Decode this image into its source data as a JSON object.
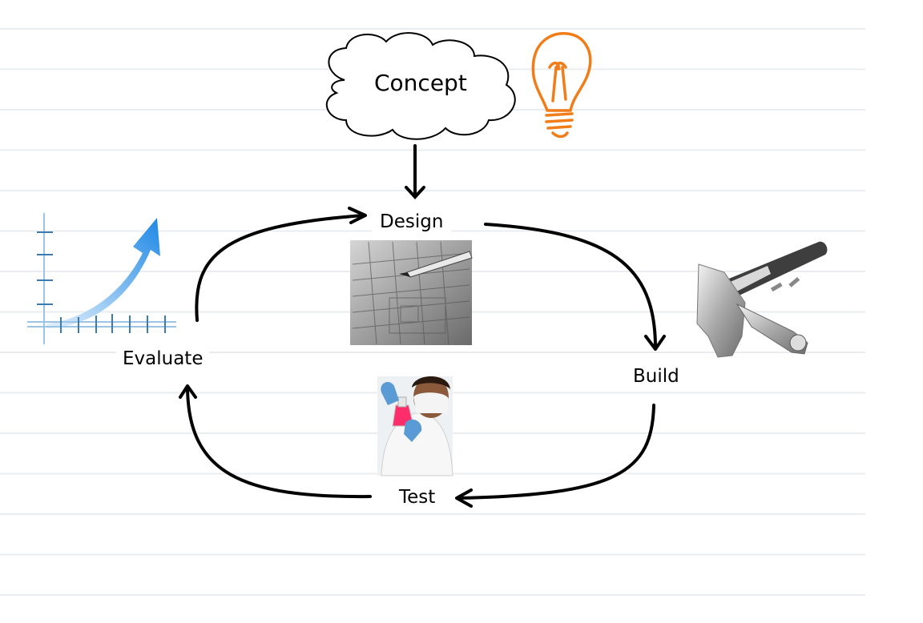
{
  "diagram": {
    "nodes": {
      "concept": "Concept",
      "design": "Design",
      "build": "Build",
      "test": "Test",
      "evaluate": "Evaluate"
    },
    "icons": {
      "concept": "lightbulb-icon",
      "design": "blueprint-pencil-image",
      "build": "hammer-wrench-tools-image",
      "test": "scientist-flask-image",
      "evaluate": "growth-chart-arrow-icon"
    },
    "colors": {
      "arrow": "#000000",
      "bulb": "#f07d1a",
      "growth_arrow": "#1e88e5",
      "test_flask": "#ff2d6a"
    }
  }
}
